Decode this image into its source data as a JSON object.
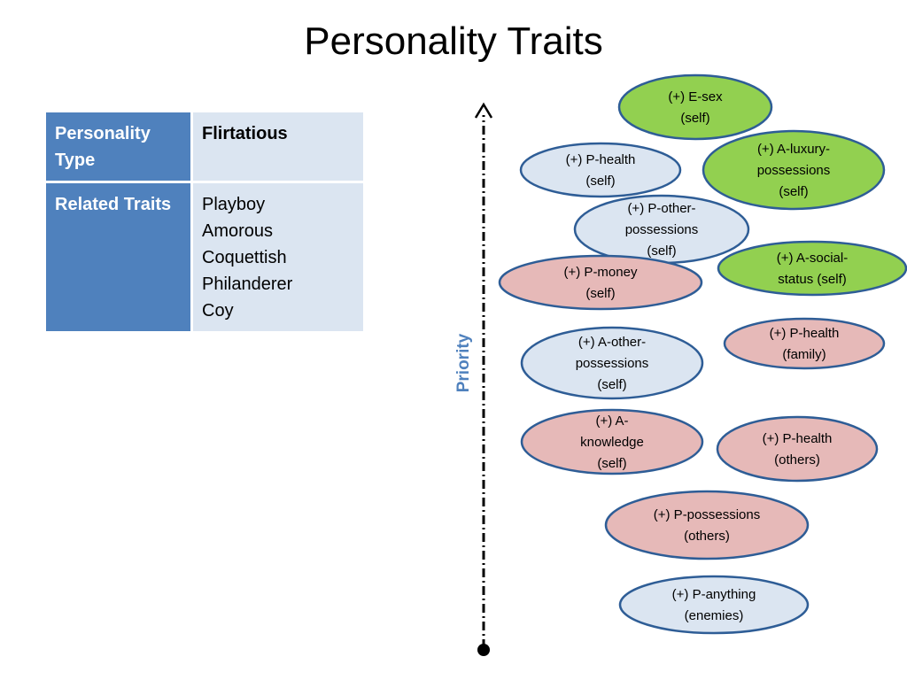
{
  "title": "Personality Traits",
  "table": {
    "type_label": "Personality Type",
    "type_value": "Flirtatious",
    "traits_label": "Related Traits",
    "traits": [
      "Playboy",
      "Amorous",
      "Coquettish",
      "Philanderer",
      "Coy"
    ]
  },
  "axis_label": "Priority",
  "colors": {
    "green": "#92d050",
    "blue": "#dbe5f1",
    "pink": "#e6b9b8",
    "outline": "#2e5d96",
    "header": "#4f81bd"
  },
  "nodes": [
    {
      "id": "e-sex-self",
      "lines": [
        "(+) E-sex",
        "(self)"
      ],
      "color": "green"
    },
    {
      "id": "p-health-self",
      "lines": [
        "(+) P-health",
        "(self)"
      ],
      "color": "blue"
    },
    {
      "id": "a-luxury-possessions-self",
      "lines": [
        "(+) A-luxury-",
        "possessions",
        "(self)"
      ],
      "color": "green"
    },
    {
      "id": "p-other-possessions-self",
      "lines": [
        "(+) P-other-",
        "possessions",
        "(self)"
      ],
      "color": "blue"
    },
    {
      "id": "a-social-status-self",
      "lines": [
        "(+) A-social-",
        "status (self)"
      ],
      "color": "green"
    },
    {
      "id": "p-money-self",
      "lines": [
        "(+) P-money",
        "(self)"
      ],
      "color": "pink"
    },
    {
      "id": "p-health-family",
      "lines": [
        "(+) P-health",
        "(family)"
      ],
      "color": "pink"
    },
    {
      "id": "a-other-possessions-self",
      "lines": [
        "(+) A-other-",
        "possessions",
        "(self)"
      ],
      "color": "blue"
    },
    {
      "id": "a-knowledge-self",
      "lines": [
        "(+) A-",
        "knowledge",
        "(self)"
      ],
      "color": "pink"
    },
    {
      "id": "p-health-others",
      "lines": [
        "(+) P-health",
        "(others)"
      ],
      "color": "pink"
    },
    {
      "id": "p-possessions-others",
      "lines": [
        "(+) P-possessions",
        "(others)"
      ],
      "color": "pink"
    },
    {
      "id": "p-anything-enemies",
      "lines": [
        "(+) P-anything",
        "(enemies)"
      ],
      "color": "blue"
    }
  ]
}
